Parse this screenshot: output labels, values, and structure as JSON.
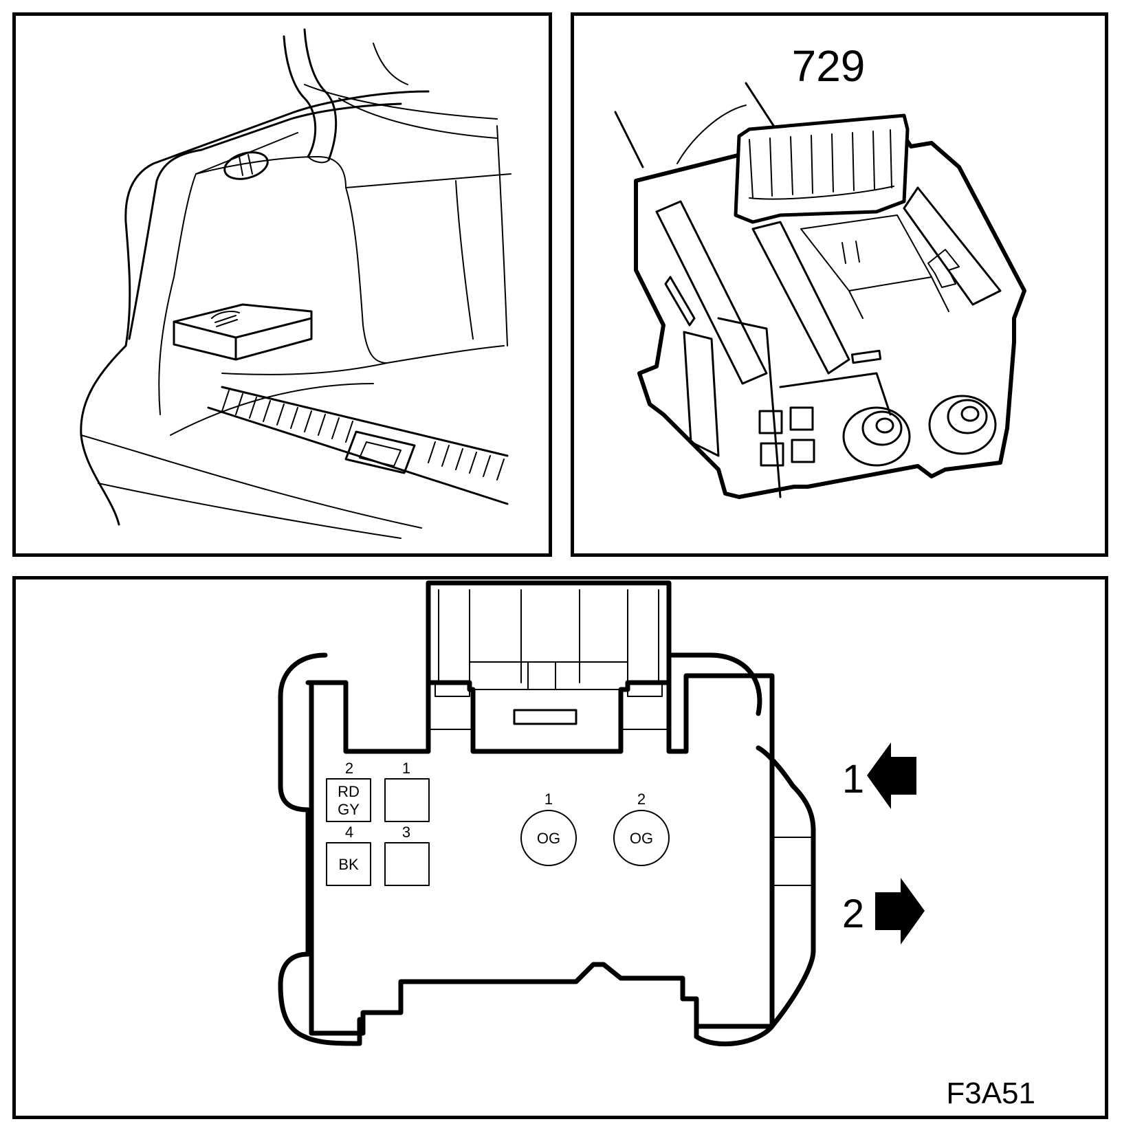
{
  "figure": {
    "connector_number": "729",
    "figure_code": "F3A51"
  },
  "connector_face": {
    "small_pins": [
      {
        "number": "2",
        "color_line1": "RD",
        "color_line2": "GY"
      },
      {
        "number": "1",
        "color_line1": "",
        "color_line2": ""
      },
      {
        "number": "4",
        "color_line1": "BK",
        "color_line2": ""
      },
      {
        "number": "3",
        "color_line1": "",
        "color_line2": ""
      }
    ],
    "round_pins": [
      {
        "number": "1",
        "color": "OG"
      },
      {
        "number": "2",
        "color": "OG"
      }
    ],
    "arrows": [
      {
        "number": "1",
        "direction": "left"
      },
      {
        "number": "2",
        "direction": "right"
      }
    ]
  }
}
